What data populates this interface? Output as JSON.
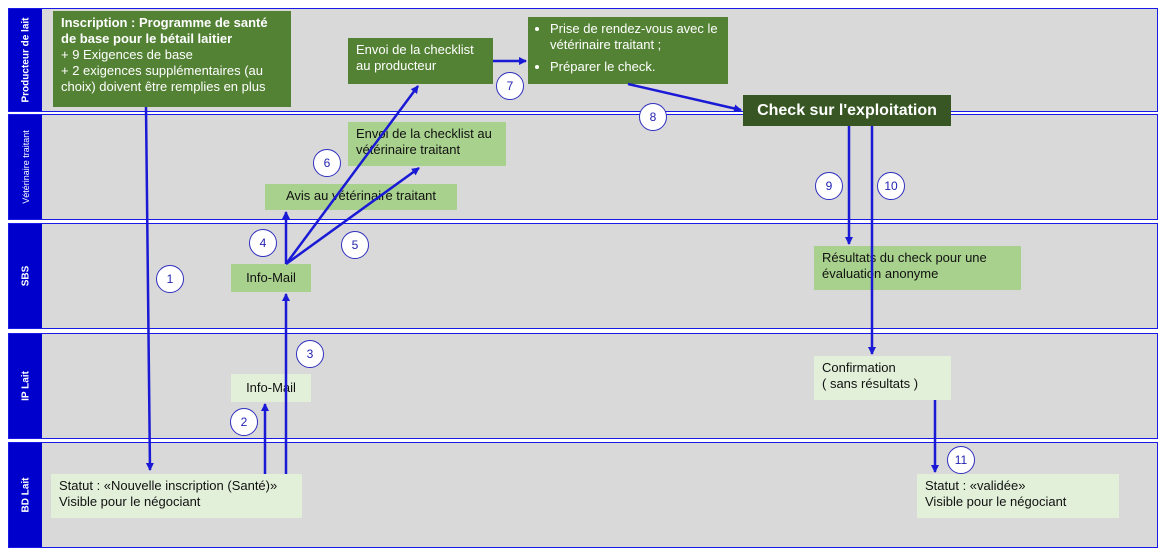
{
  "lanes": {
    "producteur": "Producteur de lait",
    "veterinaire": "Vétérinaire traitant",
    "sbs": "SBS",
    "ip": "IP Lait",
    "bd": "BD Lait"
  },
  "boxes": {
    "inscription": {
      "title": "Inscription : Programme de santé de base pour le bétail laitier",
      "line1": "+ 9 Exigences de base",
      "line2": "+ 2 exigences supplémentaires (au choix) doivent être remplies en plus"
    },
    "envoi_producteur": "Envoi de la checklist au producteur",
    "rdv": {
      "item1": "Prise de rendez-vous avec le vétérinaire traitant ;",
      "item2": "Préparer le check."
    },
    "check": "Check sur l'exploitation",
    "envoi_vet": "Envoi de la checklist au vétérinaire traitant",
    "avis": "Avis au vétérinaire traitant",
    "info_mail_sbs": "Info-Mail",
    "resultats": "Résultats du check pour une évaluation anonyme",
    "info_mail_ip": "Info-Mail",
    "confirmation": {
      "line1": "Confirmation",
      "line2": "( sans résultats )"
    },
    "statut_nouvelle": {
      "line1": "Statut : «Nouvelle inscription (Santé)»",
      "line2": "Visible pour le négociant"
    },
    "statut_validee": {
      "line1": "Statut : «validée»",
      "line2": "Visible pour le négociant"
    }
  },
  "steps": [
    "1",
    "2",
    "3",
    "4",
    "5",
    "6",
    "7",
    "8",
    "9",
    "10",
    "11"
  ],
  "colors": {
    "lane_label": "#0000cc",
    "lane_bg": "#d9d9d9",
    "arrow": "#1a1ad6",
    "green_dark": "#548235",
    "green_darkest": "#375623",
    "green_mid": "#a9d18e",
    "green_light": "#e2f0d9"
  }
}
